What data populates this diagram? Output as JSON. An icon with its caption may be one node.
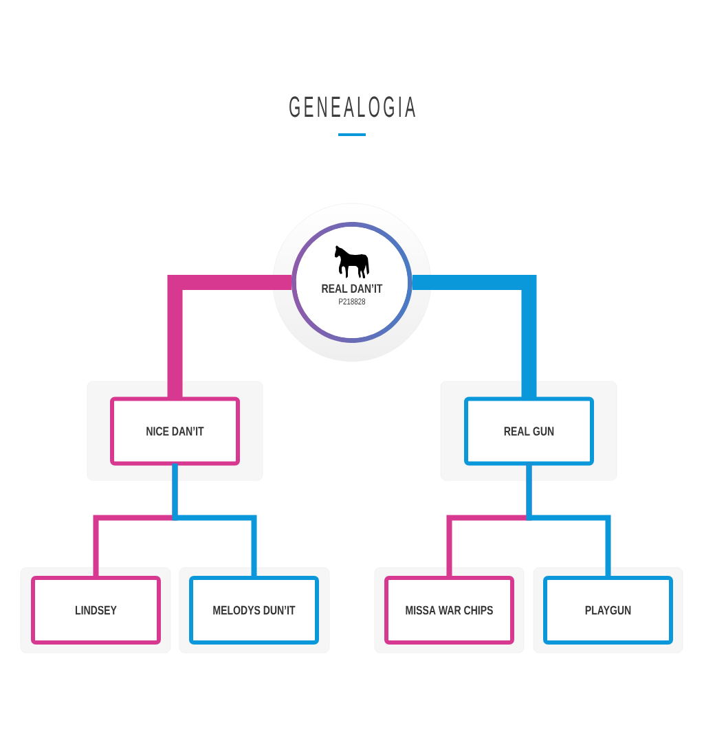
{
  "diagram": {
    "title": "GENEALOGIA",
    "nodes": [
      {
        "text": [
          "REAL DAN’IT",
          "P218828"
        ]
      },
      {
        "text": [
          "NICE DAN’IT"
        ]
      },
      {
        "text": [
          "REAL GUN"
        ]
      },
      {
        "text": [
          "LINDSEY"
        ]
      },
      {
        "text": [
          "MELODYS DUN’IT"
        ]
      },
      {
        "text": [
          "MISSA WAR CHIPS"
        ]
      },
      {
        "text": [
          "PLAYGUN"
        ]
      }
    ],
    "edges": [
      {
        "from": 0,
        "to": 1,
        "arrow": "none",
        "style": "thick",
        "color": "#d6398f"
      },
      {
        "from": 0,
        "to": 2,
        "arrow": "none",
        "style": "thick",
        "color": "#0b98da"
      },
      {
        "from": 1,
        "to": 3,
        "arrow": "none",
        "color": "#d6398f"
      },
      {
        "from": 1,
        "to": 4,
        "arrow": "none",
        "color": "#0b98da"
      },
      {
        "from": 2,
        "to": 5,
        "arrow": "none",
        "color": "#d6398f"
      },
      {
        "from": 2,
        "to": 6,
        "arrow": "none",
        "color": "#0b98da"
      }
    ]
  }
}
